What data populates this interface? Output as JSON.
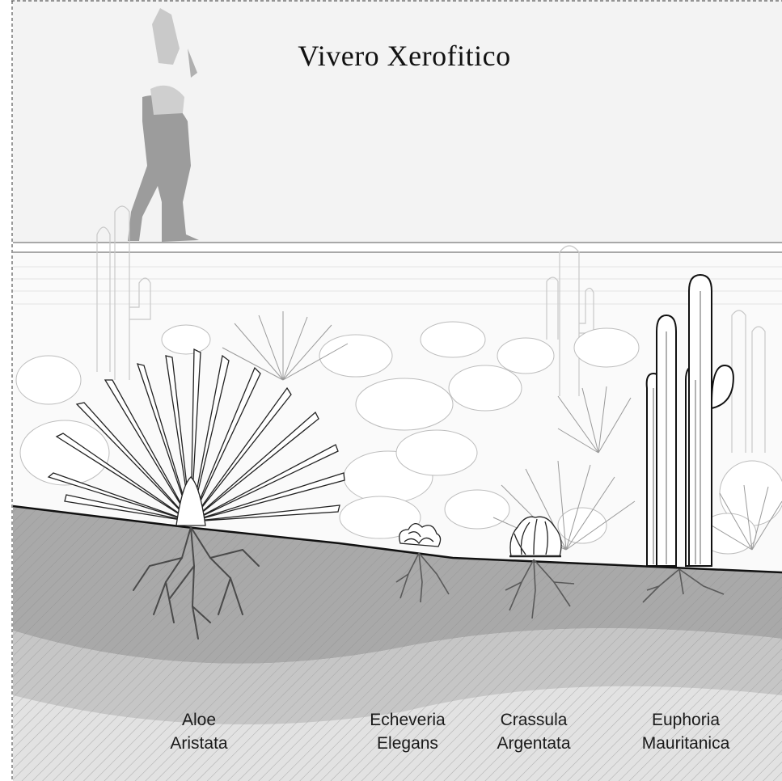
{
  "title": "Vivero Xerofitico",
  "plants": [
    {
      "line1": "Aloe",
      "line2": "Aristata"
    },
    {
      "line1": "Echeveria",
      "line2": "Elegans"
    },
    {
      "line1": "Crassula",
      "line2": "Argentata"
    },
    {
      "line1": "Euphoria",
      "line2": "Mauritanica"
    }
  ],
  "colors": {
    "sky": "#f3f3f3",
    "soil_dark": "#a9a9a9",
    "soil_mid": "#c4c4c4",
    "soil_light": "#dedede",
    "figure": "#9a9a9a",
    "roots": "#555555",
    "outline": "#111111"
  }
}
